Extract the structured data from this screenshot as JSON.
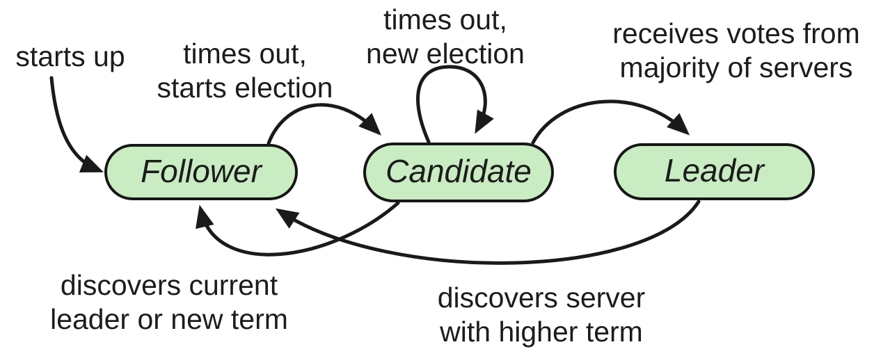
{
  "diagram": {
    "type": "state-machine",
    "colors": {
      "background": "#ffffff",
      "state-fill": "#c9ecc2",
      "state-border": "#161616",
      "arrow": "#1a1a1a",
      "text": "#1c1c1c"
    },
    "states": [
      {
        "id": "follower",
        "label": "Follower"
      },
      {
        "id": "candidate",
        "label": "Candidate"
      },
      {
        "id": "leader",
        "label": "Leader"
      }
    ],
    "transitions": [
      {
        "from": "start",
        "to": "follower",
        "label_lines": [
          "starts up",
          ""
        ]
      },
      {
        "from": "follower",
        "to": "candidate",
        "label_lines": [
          "times out,",
          "starts election"
        ]
      },
      {
        "from": "candidate",
        "to": "candidate",
        "label_lines": [
          "times out,",
          "new election"
        ]
      },
      {
        "from": "candidate",
        "to": "leader",
        "label_lines": [
          "receives votes from",
          "majority of servers"
        ]
      },
      {
        "from": "candidate",
        "to": "follower",
        "label_lines": [
          "discovers current",
          "leader or new term"
        ]
      },
      {
        "from": "leader",
        "to": "follower",
        "label_lines": [
          "discovers server",
          "with higher term"
        ]
      }
    ]
  }
}
